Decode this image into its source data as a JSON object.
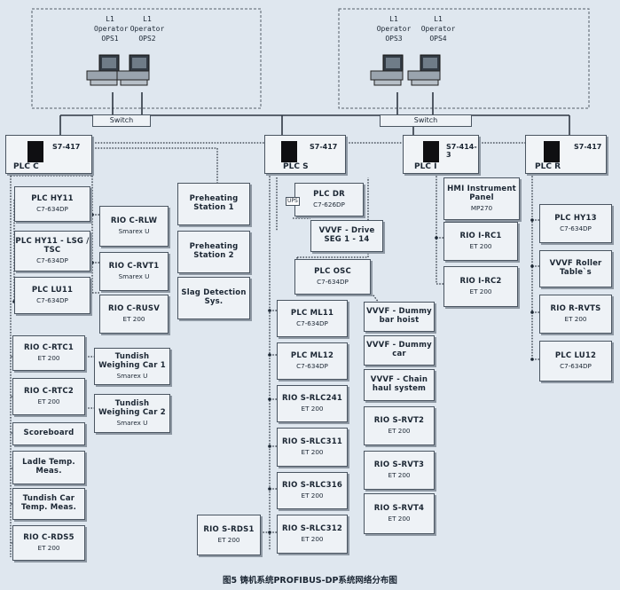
{
  "operators": [
    {
      "l1": "L1",
      "role": "Operator",
      "name": "OPS1"
    },
    {
      "l1": "L1",
      "role": "Operator",
      "name": "OPS2"
    },
    {
      "l1": "L1",
      "role": "Operator",
      "name": "OPS3"
    },
    {
      "l1": "L1",
      "role": "Operator",
      "name": "OPS4"
    }
  ],
  "switches": [
    "Switch",
    "Switch"
  ],
  "plcs": [
    {
      "name": "PLC C",
      "model": "S7-417"
    },
    {
      "name": "PLC S",
      "model": "S7-417"
    },
    {
      "name": "PLC I",
      "model": "S7-414-3"
    },
    {
      "name": "PLC R",
      "model": "S7-417"
    }
  ],
  "ups_label": "UPS",
  "nodes": {
    "c_hy11": {
      "title": "PLC HY11",
      "sub": "C7-634DP"
    },
    "c_hy11_lsg": {
      "title": "PLC HY11 - LSG / TSC",
      "sub": "C7-634DP"
    },
    "c_lu11": {
      "title": "PLC LU11",
      "sub": "C7-634DP"
    },
    "c_rlw": {
      "title": "RIO C-RLW",
      "sub": "Smarex U"
    },
    "c_rvt1": {
      "title": "RIO C-RVT1",
      "sub": "Smarex U"
    },
    "c_rusv": {
      "title": "RIO C-RUSV",
      "sub": "ET 200"
    },
    "preheat1": {
      "title": "Preheating Station 1",
      "sub": ""
    },
    "preheat2": {
      "title": "Preheating Station 2",
      "sub": ""
    },
    "slag": {
      "title": "Slag Detection Sys.",
      "sub": ""
    },
    "c_rtc1": {
      "title": "RIO C-RTC1",
      "sub": "ET 200"
    },
    "c_rtc2": {
      "title": "RIO C-RTC2",
      "sub": "ET 200"
    },
    "tundish1": {
      "title": "Tundish Weighing Car 1",
      "sub": "Smarex U"
    },
    "tundish2": {
      "title": "Tundish Weighing Car 2",
      "sub": "Smarex U"
    },
    "scoreboard": {
      "title": "Scoreboard",
      "sub": ""
    },
    "ladle": {
      "title": "Ladle Temp. Meas.",
      "sub": ""
    },
    "tundish_temp": {
      "title": "Tundish Car Temp. Meas.",
      "sub": ""
    },
    "c_rds5": {
      "title": "RIO C-RDS5",
      "sub": "ET 200"
    },
    "s_dr": {
      "title": "PLC DR",
      "sub": "C7-626DP"
    },
    "s_vvvf_drive": {
      "title": "VVVF - Drive SEG 1 - 14",
      "sub": ""
    },
    "s_osc": {
      "title": "PLC OSC",
      "sub": "C7-634DP"
    },
    "s_ml11": {
      "title": "PLC ML11",
      "sub": "C7-634DP"
    },
    "s_ml12": {
      "title": "PLC ML12",
      "sub": "C7-634DP"
    },
    "s_rlc241": {
      "title": "RIO S-RLC241",
      "sub": "ET 200"
    },
    "s_rlc311": {
      "title": "RIO S-RLC311",
      "sub": "ET 200"
    },
    "s_rlc316": {
      "title": "RIO S-RLC316",
      "sub": "ET 200"
    },
    "s_rlc312": {
      "title": "RIO S-RLC312",
      "sub": "ET 200"
    },
    "s_rds1": {
      "title": "RIO S-RDS1",
      "sub": "ET 200"
    },
    "s_dummy_hoist": {
      "title": "VVVF - Dummy bar hoist",
      "sub": ""
    },
    "s_dummy_car": {
      "title": "VVVF - Dummy car",
      "sub": ""
    },
    "s_chain": {
      "title": "VVVF - Chain haul system",
      "sub": ""
    },
    "s_rvt2": {
      "title": "RIO S-RVT2",
      "sub": "ET 200"
    },
    "s_rvt3": {
      "title": "RIO S-RVT3",
      "sub": "ET 200"
    },
    "s_rvt4": {
      "title": "RIO S-RVT4",
      "sub": "ET 200"
    },
    "i_hmi": {
      "title": "HMI Instrument Panel",
      "sub": "MP270"
    },
    "i_rc1": {
      "title": "RIO I-RC1",
      "sub": "ET 200"
    },
    "i_rc2": {
      "title": "RIO I-RC2",
      "sub": "ET 200"
    },
    "r_hy13": {
      "title": "PLC HY13",
      "sub": "C7-634DP"
    },
    "r_vvvf_roller": {
      "title": "VVVF Roller Table`s",
      "sub": ""
    },
    "r_rvts": {
      "title": "RIO R-RVTS",
      "sub": "ET 200"
    },
    "r_lu12": {
      "title": "PLC LU12",
      "sub": "C7-634DP"
    }
  },
  "caption": "图5  铸机系统PROFIBUS-DP系统网络分布图"
}
